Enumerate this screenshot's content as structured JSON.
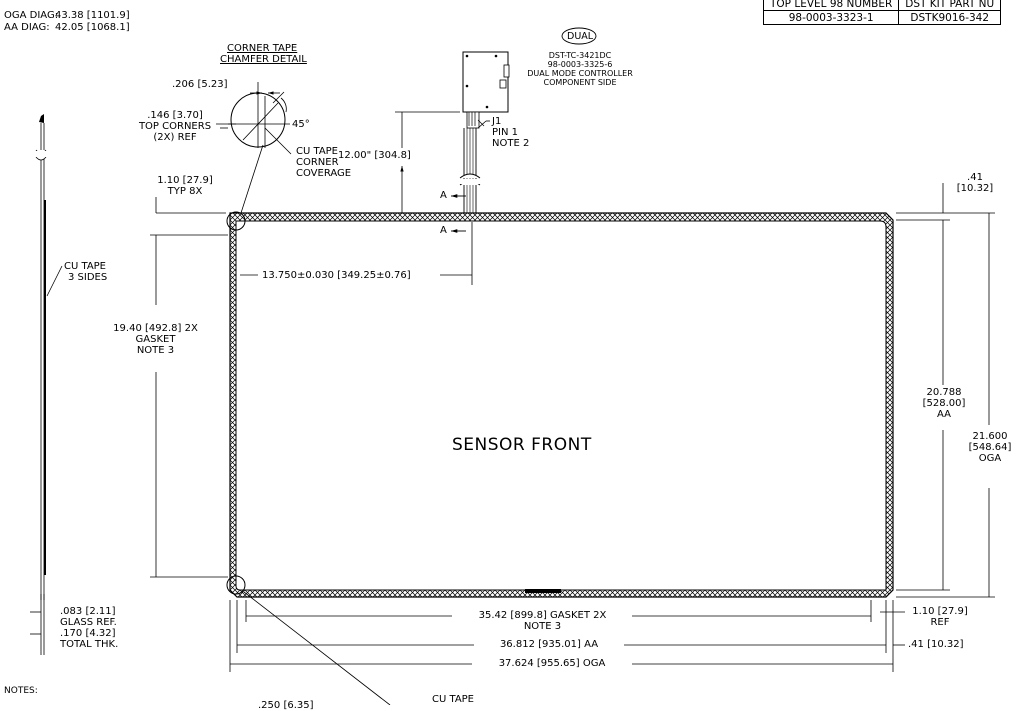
{
  "diag": {
    "oga_label": "OGA DIAG:",
    "oga_value": "43.38 [1101.9]",
    "aa_label": "AA DIAG:",
    "aa_value": "42.05 [1068.1]"
  },
  "title_table": {
    "headers": [
      "TOP LEVEL 98 NUMBER",
      "DST KIT PART NU"
    ],
    "row": [
      "98-0003-3323-1",
      "DSTK9016-342"
    ]
  },
  "dual_badge": "DUAL",
  "controller": {
    "line1": "DST-TC-3421DC",
    "line2": "98-0003-3325-6",
    "line3": "DUAL MODE CONTROLLER",
    "line4": "COMPONENT SIDE"
  },
  "j1": {
    "line1": "J1",
    "line2": "PIN 1",
    "line3": "NOTE 2"
  },
  "corner_detail": {
    "title1": "CORNER TAPE",
    "title2": "CHAMFER DETAIL",
    "dim1": ".206 [5.23]",
    "dim2a": ".146 [3.70]",
    "dim2b": "TOP CORNERS",
    "dim2c": "(2X) REF",
    "angle": "45°",
    "cu1": "CU TAPE",
    "cu2": "CORNER",
    "cu3": "COVERAGE"
  },
  "cable_length": "12.00\" [304.8]",
  "section_a": "A",
  "typ": {
    "line1": "1.10 [27.9]",
    "line2": "TYP 8X"
  },
  "top_right_dim": {
    "line1": ".41",
    "line2": "[10.32]"
  },
  "center_dim": "13.750±0.030 [349.25±0.76]",
  "side_view": {
    "cu1": "CU TAPE",
    "cu2": "3 SIDES",
    "glass1": ".083 [2.11]",
    "glass2": "GLASS REF.",
    "thk1": ".170 [4.32]",
    "thk2": "TOTAL THK."
  },
  "gasket_v": {
    "line1": "19.40 [492.8] 2X",
    "line2": "GASKET",
    "line3": "NOTE 3"
  },
  "sensor_label": "SENSOR FRONT",
  "aa_v": {
    "line1": "20.788",
    "line2": "[528.00]",
    "line3": "AA"
  },
  "oga_v": {
    "line1": "21.600",
    "line2": "[548.64]",
    "line3": "OGA"
  },
  "bottom": {
    "gasket1": "35.42 [899.8] GASKET 2X",
    "gasket2": "NOTE 3",
    "aa": "36.812 [935.01] AA",
    "oga": "37.624 [955.65] OGA",
    "ref1": "1.10 [27.9]",
    "ref2": "REF",
    "br": ".41 [10.32]"
  },
  "notes_label": "NOTES:",
  "partial_dim": ".250 [6.35]",
  "bottom_cu_tape": "CU TAPE"
}
